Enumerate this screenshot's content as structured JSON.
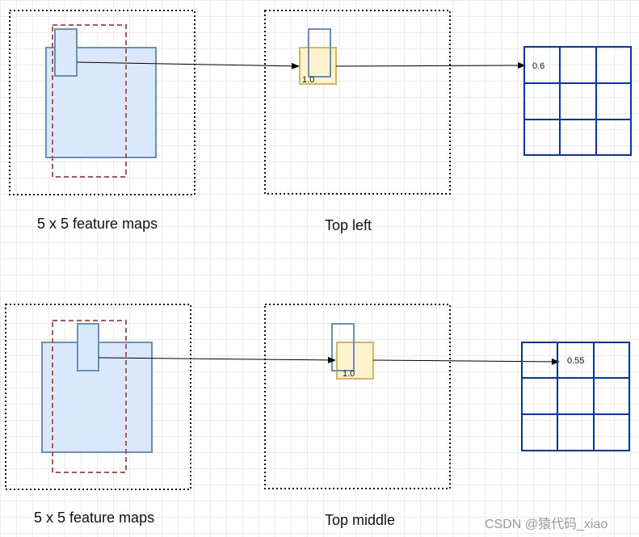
{
  "rows": [
    {
      "left_caption": "5 x 5 feature maps",
      "mid_caption": "Top left",
      "box_value": "1.0",
      "grid_value": "0.6"
    },
    {
      "left_caption": "5 x 5 feature maps",
      "mid_caption": "Top middle",
      "box_value": "1.0",
      "grid_value": "0.55"
    }
  ],
  "watermark": "CSDN @猿代码_xiao",
  "colors": {
    "region_fill": "#dae8fc",
    "region_stroke": "#6c8ebf",
    "roi_dashed": "#b85450",
    "pooled_fill": "#fff2cc",
    "pooled_stroke": "#d6b656",
    "grid_stroke": "#0033cc",
    "frame_dotted": "#111111"
  }
}
